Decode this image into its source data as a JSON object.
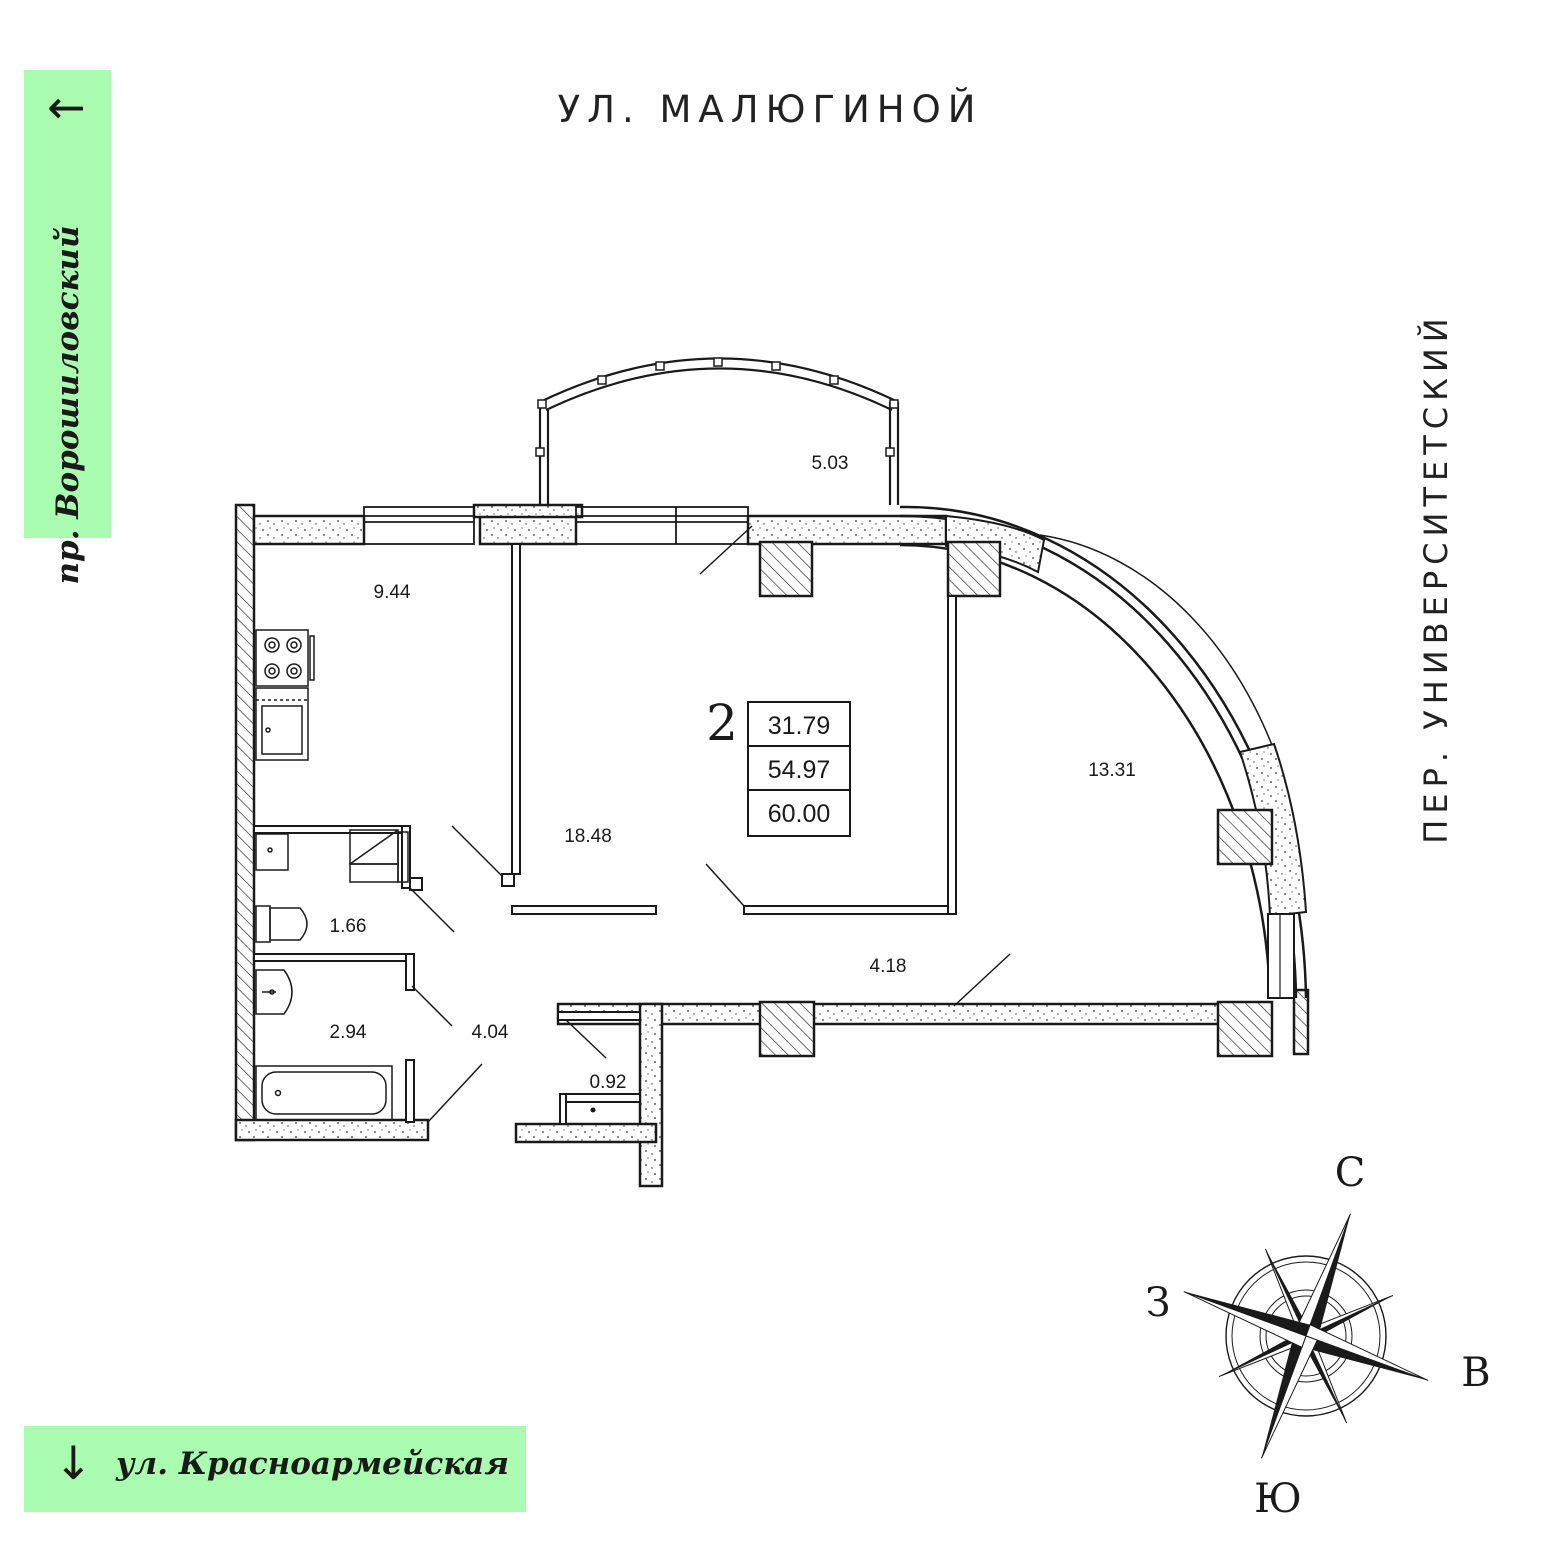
{
  "streets": {
    "top": "УЛ. МАЛЮГИНОЙ",
    "right": "ПЕР. УНИВЕРСИТЕТСКИЙ",
    "left": "пр. Ворошиловский",
    "left_arrow": "←",
    "bottom": "ул. Красноармейская",
    "bottom_arrow": "↓"
  },
  "plan": {
    "rooms_count": "2",
    "living_area": "31.79",
    "total_area": "54.97",
    "total_with_balcony": "60.00",
    "rooms": {
      "balcony": "5.03",
      "kitchen": "9.44",
      "living_room": "18.48",
      "bedroom": "13.31",
      "corridor": "4.18",
      "toilet": "1.66",
      "bathroom": "2.94",
      "hall": "4.04",
      "storage": "0.92"
    }
  },
  "compass": {
    "north": "С",
    "south": "Ю",
    "east": "В",
    "west": "З"
  }
}
